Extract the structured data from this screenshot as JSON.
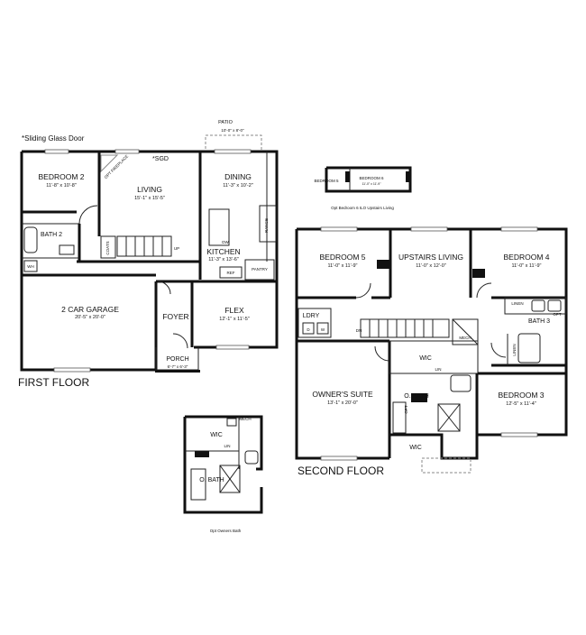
{
  "legend_note": "*Sliding Glass Door",
  "first_floor": {
    "title": "FIRST FLOOR",
    "patio": {
      "name": "PATIO",
      "dims": "10'-0\" x 8'-0\""
    },
    "sgd": "*SGD",
    "opt_fireplace": "OPT FIREPLACE",
    "bedroom2": {
      "name": "BEDROOM 2",
      "dims": "11'-8\" x 10'-8\""
    },
    "living": {
      "name": "LIVING",
      "dims": "15'-1\" x 15'-5\""
    },
    "dining": {
      "name": "DINING",
      "dims": "11'-3\" x 10'-2\""
    },
    "kitchen": {
      "name": "KITCHEN",
      "dims": "11'-3\" x 13'-6\""
    },
    "bath2": "BATH 2",
    "coats": "COATS",
    "up": "UP",
    "dw": "DW",
    "range": "RANGE",
    "ref": "REF",
    "pantry": "PANTRY",
    "wh": "WH",
    "garage": {
      "name": "2 CAR GARAGE",
      "dims": "20'-5\" x 20'-0\""
    },
    "foyer": "FOYER",
    "flex": {
      "name": "FLEX",
      "dims": "12'-1\" x 11'-5\""
    },
    "porch": {
      "name": "PORCH",
      "dims": "6'-7\" x 6'-3\""
    }
  },
  "second_floor": {
    "title": "SECOND FLOOR",
    "bedroom5": {
      "name": "BEDROOM 5",
      "dims": "11'-0\" x 11'-9\""
    },
    "upstairs_living": {
      "name": "UPSTAIRS LIVING",
      "dims": "11'-0\" x 12'-0\""
    },
    "bedroom4": {
      "name": "BEDROOM 4",
      "dims": "11'-0\" x 11'-9\""
    },
    "linen": "LINEN",
    "bath3": "BATH 3",
    "opt": "OPT",
    "ldry": "LDRY",
    "d": "D",
    "w": "W",
    "dn": "DN",
    "mech": "MECH",
    "wic_top": "WIC",
    "lin": "LIN",
    "linen_side": "LINEN",
    "owners_suite": {
      "name": "OWNER'S SUITE",
      "dims": "13'-1\" x 20'-0\""
    },
    "o_bath": "O. BATH",
    "opt_small": "OPT",
    "bedroom3": {
      "name": "BEDROOM 3",
      "dims": "12'-5\" x 11'-4\""
    },
    "wic_bottom": "WIC"
  },
  "opt_bedroom6": {
    "caption": "Opt Bedroom 6 ILO Upstairs Living",
    "bedroom5": "BEDROOM 5",
    "bedroom6": "BEDROOM 6",
    "bedroom6_dims": "11'-0\" x 11'-9\""
  },
  "opt_owners_bath": {
    "caption": "Opt Owners Bath",
    "wic": "WIC",
    "lin": "LIN",
    "mech": "MECH",
    "o_bath": "O. BATH"
  }
}
